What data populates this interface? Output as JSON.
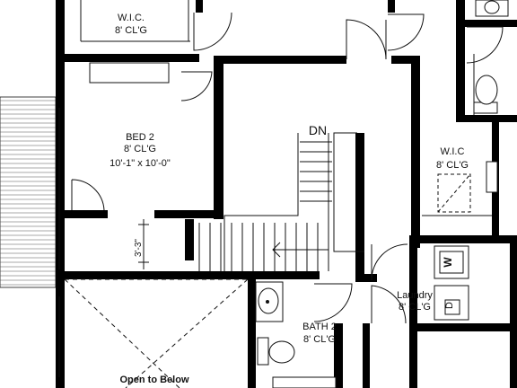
{
  "rooms": {
    "wic_top": {
      "name": "W.I.C.",
      "ceiling": "8' CL'G"
    },
    "bed2": {
      "name": "BED 2",
      "ceiling": "8' CL'G",
      "size": "10'-1\" x 10'-0\""
    },
    "stairs": {
      "direction": "DN"
    },
    "wic_right": {
      "name": "W.I.C",
      "ceiling": "8' CL'G"
    },
    "dimension": {
      "label": "3'-3\""
    },
    "laundry": {
      "name": "Laundry",
      "ceiling": "8' CL'G",
      "washer_label": "W",
      "dryer_label": "D"
    },
    "bath2": {
      "name": "BATH 2",
      "ceiling": "8' CL'G"
    },
    "open_below": {
      "label": "Open to Below"
    }
  }
}
